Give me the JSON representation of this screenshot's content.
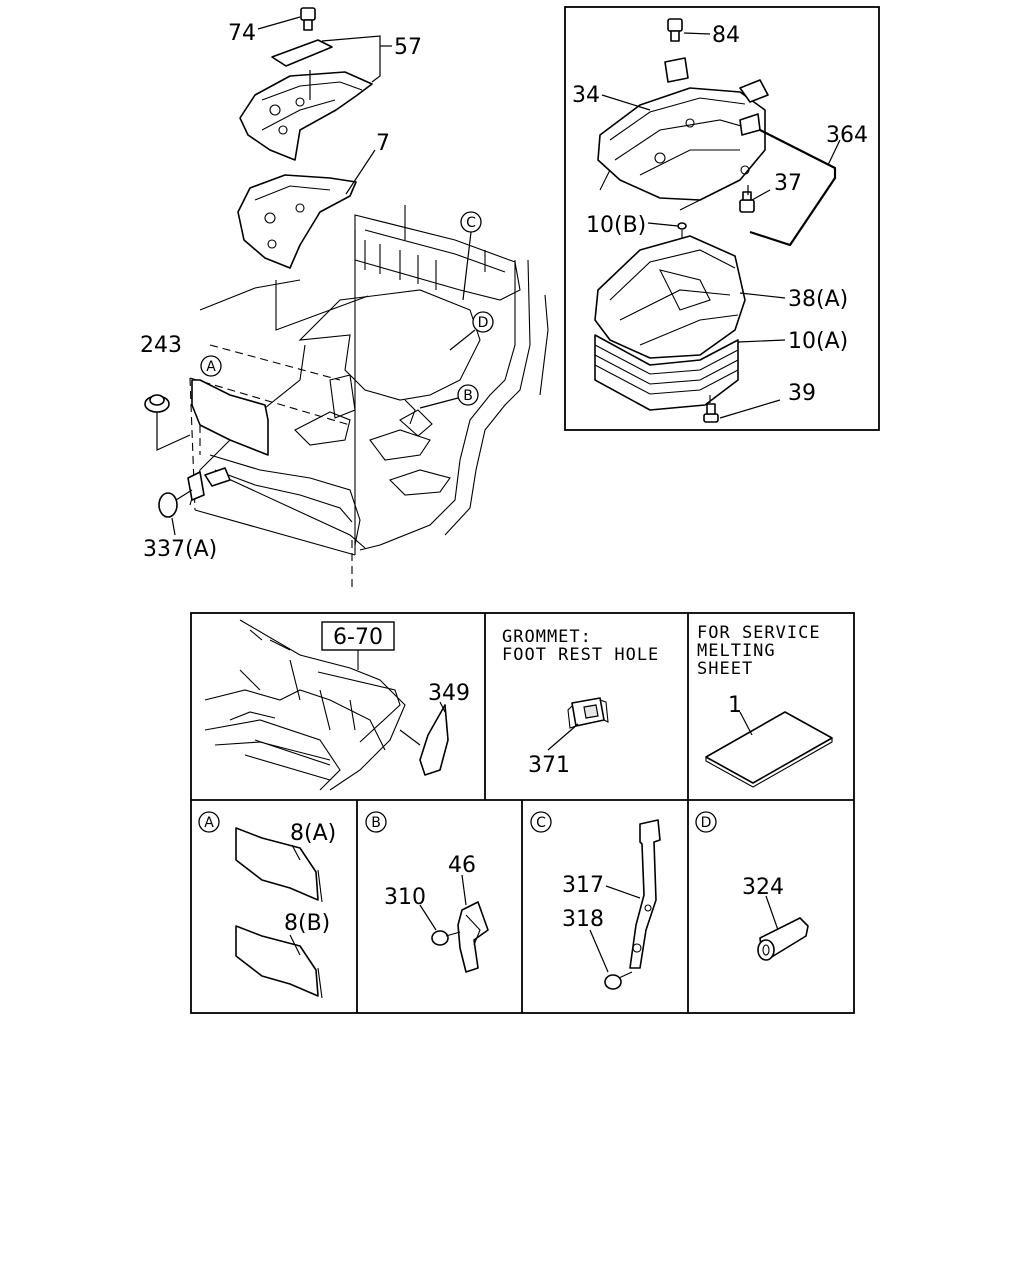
{
  "labels": {
    "p74": "74",
    "p57": "57",
    "p7": "7",
    "p84": "84",
    "p34": "34",
    "p364": "364",
    "p37": "37",
    "p10b": "10(B)",
    "p38a": "38(A)",
    "p10a": "10(A)",
    "p39": "39",
    "p243": "243",
    "p337a": "337(A)",
    "p349": "349",
    "p371": "371",
    "p1": "1",
    "p8a": "8(A)",
    "p8b": "8(B)",
    "p46": "46",
    "p310": "310",
    "p317": "317",
    "p318": "318",
    "p324": "324",
    "ref670": "6-70"
  },
  "callouts": {
    "a": "A",
    "b": "B",
    "c": "C",
    "d": "D"
  },
  "notes": {
    "grommet_line1": "GROMMET:",
    "grommet_line2": "FOOT REST HOLE",
    "service_line1": "FOR SERVICE",
    "service_line2": "MELTING",
    "service_line3": "SHEET"
  }
}
